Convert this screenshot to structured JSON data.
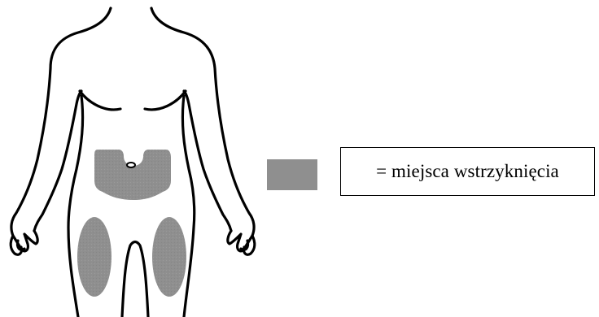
{
  "colors": {
    "outline": "#000000",
    "injection_area": "#8f8f8f",
    "background": "#ffffff"
  },
  "figure": {
    "subject": "body-outline-front",
    "injection_sites": [
      "abdomen",
      "left-thigh",
      "right-thigh"
    ]
  },
  "legend": {
    "swatch_color": "#8f8f8f",
    "label": "= miejsca wstrzyknięcia"
  }
}
